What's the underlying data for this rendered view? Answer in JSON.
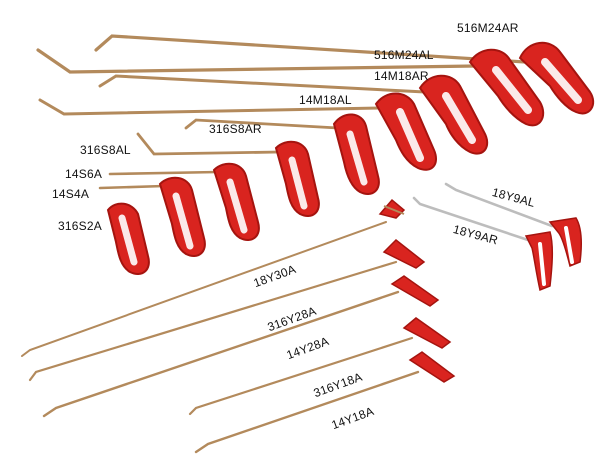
{
  "colors": {
    "rod": "#c9a174",
    "rod_shadow": "#8a6a44",
    "handle": "#d9241f",
    "handle_shadow": "#a5140f",
    "chrome": "#c8c8c8"
  },
  "tools": [
    {
      "label": "516M24AR",
      "kind": "long-handle-tool"
    },
    {
      "label": "516M24AL",
      "kind": "long-handle-tool"
    },
    {
      "label": "14M18AR",
      "kind": "long-handle-tool"
    },
    {
      "label": "14M18AL",
      "kind": "long-handle-tool"
    },
    {
      "label": "316S8AR",
      "kind": "short-handle-tool"
    },
    {
      "label": "316S8AL",
      "kind": "short-handle-tool"
    },
    {
      "label": "14S6A",
      "kind": "short-handle-tool"
    },
    {
      "label": "14S4A",
      "kind": "short-handle-tool"
    },
    {
      "label": "316S2A",
      "kind": "short-handle-tool"
    },
    {
      "label": "18Y9AL",
      "kind": "chrome-tool"
    },
    {
      "label": "18Y9AR",
      "kind": "chrome-tool"
    },
    {
      "label": "18Y30A",
      "kind": "y-rod"
    },
    {
      "label": "316Y28A",
      "kind": "y-rod"
    },
    {
      "label": "14Y28A",
      "kind": "y-rod"
    },
    {
      "label": "316Y18A",
      "kind": "y-rod"
    },
    {
      "label": "14Y18A",
      "kind": "y-rod"
    }
  ]
}
